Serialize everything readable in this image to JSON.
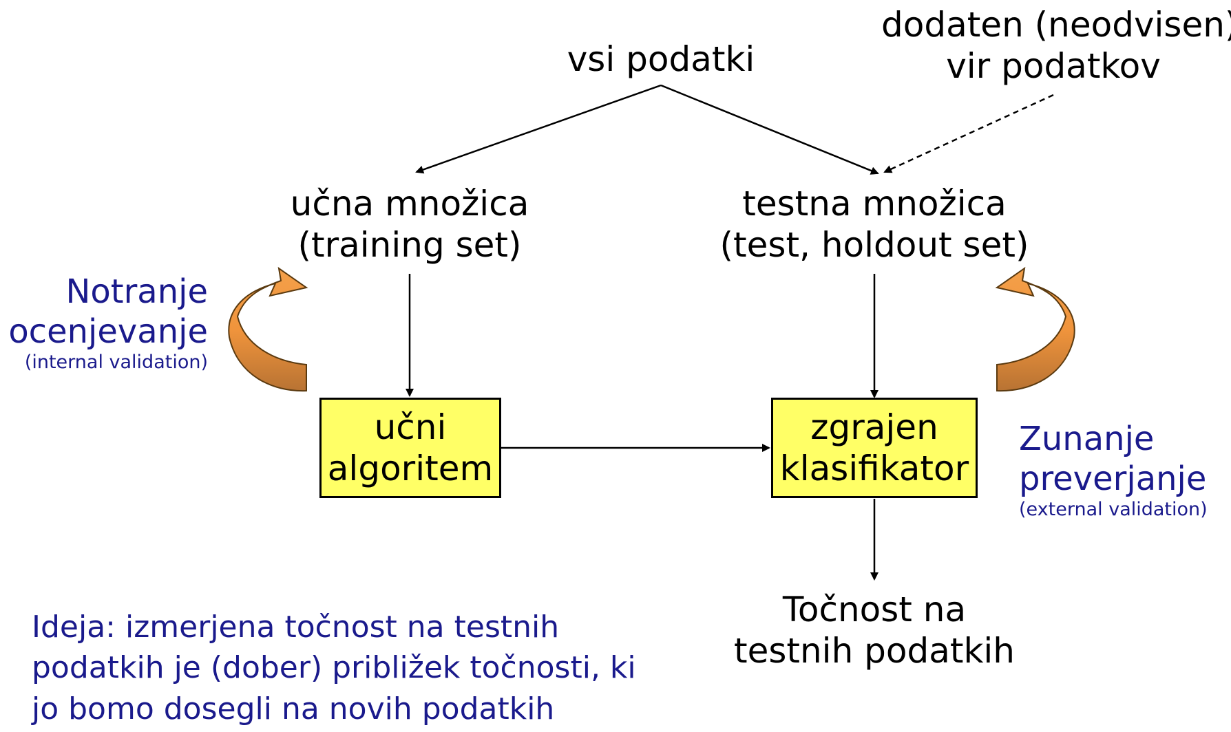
{
  "nodes": {
    "all_data": "vsi podatki",
    "extra_source": [
      "dodaten (neodvisen)",
      "vir podatkov"
    ],
    "training_set": [
      "učna množica",
      "(training set)"
    ],
    "test_set": [
      "testna množica",
      "(test, holdout set)"
    ],
    "learning_algorithm": [
      "učni",
      "algoritem"
    ],
    "built_classifier": [
      "zgrajen",
      "klasifikator"
    ],
    "test_accuracy": [
      "Točnost na",
      "testnih podatkih"
    ]
  },
  "internal": {
    "title_1": "Notranje",
    "title_2": "ocenjevanje",
    "subtitle": "(internal validation)"
  },
  "external": {
    "title_1": "Zunanje",
    "title_2": "preverjanje",
    "subtitle": "(external validation)"
  },
  "idea": [
    "Ideja: izmerjena točnost na testnih",
    "podatkih je (dober) približek točnosti, ki",
    "jo bomo dosegli na novih podatkih"
  ],
  "colors": {
    "box_fill": "#ffff66",
    "blue_text": "#1a1a8c",
    "arrow_light": "#f4a04a",
    "arrow_dark": "#b87333"
  }
}
